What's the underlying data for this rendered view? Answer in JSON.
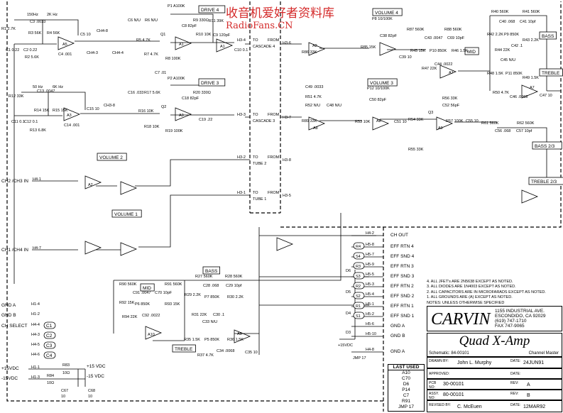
{
  "watermark": {
    "line1": "收音机爱好者资料库",
    "line2": "RadioFans.CN",
    "color": "#d42a2a"
  },
  "frequency_labels": [
    "150Hz",
    "2K Hz",
    "50 Hz",
    "6K Hz"
  ],
  "blocks": [
    "DRIVE 4",
    "DRIVE 3",
    "VOLUME 4",
    "VOLUME 3",
    "VOLUME 2",
    "VOLUME 1",
    "MID",
    "BASS",
    "TREBLE",
    "BASS 2/3",
    "TREBLE 2/3",
    "MID",
    "BASS",
    "TREBLE"
  ],
  "connectors": {
    "to": "TO",
    "from": "FROM",
    "items": [
      "CASCADE 4",
      "CASCADE 3",
      "TUBE 2",
      "TUBE 1"
    ],
    "pins": [
      "H3-4",
      "H3-6",
      "H3-3",
      "H3-7",
      "H3-2",
      "H3-8",
      "H3-1",
      "H3-5"
    ]
  },
  "inputs": {
    "ch23": "CH2 /CH3 IN",
    "ch23_pin": "H4-1",
    "ch14": "CH1 /CH4 IN",
    "ch14_pin": "H4-7",
    "rows": [
      {
        "label": "GND A",
        "pin": "H1-4"
      },
      {
        "label": "GND B",
        "pin": "H1-2"
      },
      {
        "label": "CH SELECT",
        "pin": "H4-4",
        "tag": "C1"
      },
      {
        "label": "",
        "pin": "H4-3",
        "tag": "C2"
      },
      {
        "label": "",
        "pin": "H4-5",
        "tag": "C3"
      },
      {
        "label": "",
        "pin": "H4-6",
        "tag": "C4"
      },
      {
        "label": "+15VDC",
        "pin": "H1-1"
      },
      {
        "label": "-15VDC",
        "pin": "H1-3"
      }
    ],
    "supply": [
      "+15 VDC",
      "-15 VDC",
      "R83",
      "10Ω",
      "R84",
      "10Ω",
      "C67",
      "10",
      "C68",
      "10"
    ]
  },
  "outputs": [
    {
      "label": "CH OUT",
      "pin": "H4-2",
      "tag": ""
    },
    {
      "label": "EFF RTN 4",
      "pin": "H5-8",
      "tag": "R4"
    },
    {
      "label": "EFF SND 4",
      "pin": "H5-7",
      "tag": "S4"
    },
    {
      "label": "EFF RTN 3",
      "pin": "H5-9",
      "tag": "R3"
    },
    {
      "label": "EFF SND 3",
      "pin": "H5-5",
      "tag": "S3"
    },
    {
      "label": "EFF RTN 2",
      "pin": "H5-3",
      "tag": "R2"
    },
    {
      "label": "EFF SND 2",
      "pin": "H5-4",
      "tag": "S2"
    },
    {
      "label": "EFF RTN 1",
      "pin": "H5-1",
      "tag": "R1"
    },
    {
      "label": "EFF SND 1",
      "pin": "H5-2",
      "tag": "S1"
    },
    {
      "label": "GND A",
      "pin": "H5-6",
      "tag": ""
    },
    {
      "label": "GND B",
      "pin": "H5-10",
      "tag": ""
    },
    {
      "label": "GND A",
      "pin": "H4-8",
      "tag": ""
    }
  ],
  "misc": {
    "led_supply": "+15VDC",
    "jumper": "JMP 17",
    "diodes": [
      "D6",
      "D5",
      "D4",
      "D3"
    ]
  },
  "components": [
    "R1 2.7K",
    "C1 0.22",
    "C2 0.22",
    "R3 56K",
    "R4 56K",
    "C3 .0033",
    "R2 5.6K",
    "C4 .001",
    "C5 10",
    "CH4-8",
    "CH4-3",
    "CH4-4",
    "C6 N/U",
    "R6 N/U",
    "R5 4.7K",
    "R7 4.7K",
    "Q1",
    "C7 .01",
    "R8 100K",
    "P1 A100K",
    "R9 330Ω",
    "C8 82pF",
    "R10 10K",
    "R11 39K",
    "C9 120pF",
    "C10 0.1",
    "A5",
    "A1",
    "A1",
    "R12 33K",
    "C13 .0047",
    "R14 15K",
    "R15 15K",
    "C11 0.1",
    "C12 0.1",
    "R13 6.8K",
    "C14 .001",
    "C15 10",
    "CH3-8",
    "C16 .033",
    "R17 5.6K",
    "R16 10K",
    "R18 10K",
    "Q2",
    "P2 A100K",
    "R20 330Ω",
    "C18 82pF",
    "C19 .22",
    "R19 100K",
    "A3",
    "A3",
    "R86 33K",
    "R85 15K",
    "P8 10/100K",
    "C38 82pF",
    "C39 10",
    "R87 560K",
    "R88 560K",
    "C43 .0047",
    "C69 10pF",
    "R45 15K",
    "P10 850K",
    "R46 1.5K",
    "R47 22K",
    "C44 .0022",
    "A7",
    "R40 560K",
    "R41 560K",
    "C40 .068",
    "C41 10pf",
    "R42 2.2K",
    "P9 850K",
    "R43 2.2K",
    "R44 22K",
    "C42 .1",
    "C45 N/U",
    "P11 850K",
    "R48 1.5K",
    "R49 1.5K",
    "R50 4.7K",
    "C46 .0068",
    "A7",
    "C47 10",
    "A2",
    "A2",
    "R89 33K",
    "R51 4.7K",
    "R52 N/U",
    "C49 .0033",
    "C48 N/U",
    "P12 10/100K",
    "C50 82pF",
    "R53 10K",
    "C51 10",
    "R54 33K",
    "R55 33K",
    "Q3",
    "R56 33K",
    "C52 56pF",
    "R57 100K",
    "C55 10",
    "R61 560K",
    "R62 560K",
    "C56 .068",
    "C57 10pf",
    "A8",
    "A8",
    "A9",
    "R90 560K",
    "R91 560K",
    "C91 .0047",
    "C70 10pF",
    "R92 15K",
    "P6 850K",
    "R93 15K",
    "R94 22K",
    "C92 .0022",
    "A10",
    "R27 560K",
    "R28 560K",
    "C28 .068",
    "C29 10pf",
    "R29 2.2K",
    "P7 850K",
    "R30 2.2K",
    "R31 22K",
    "C30 .1",
    "C33 N/U",
    "R35 1.5K",
    "P5 850K",
    "R36 1.5K",
    "R37 4.7K",
    "C34 .0068",
    "C35 10",
    "A6"
  ],
  "notes": {
    "lines": [
      "4. ALL JFET's ARE 2N5638 EXCEPT AS NOTED.",
      "3. ALL DIODES ARE 1N4003 EXCEPT AS NOTED.",
      "2. ALL CAPACITORS ARE IN MICROFARADS EXCEPT AS NOTED.",
      "1. ALL GROUNDS ARE (A) EXCEPT AS NOTED."
    ],
    "header": "NOTES: UNLESS OTHERWISE SPECIFIED"
  },
  "title_block": {
    "company": "CARVIN",
    "address": [
      "1155 INDUSTRIAL AVE.",
      "ESCONDIDO, CA 92029",
      "(619) 747-1710",
      "FAX 747-9065"
    ],
    "product": "Quad X-Amp",
    "schematic_label": "Schematic",
    "schematic_no": "84-00101",
    "subtitle": "Channel Master",
    "drawn_by_label": "DRAWN BY:",
    "drawn_by": "John L. Murphy",
    "date_label": "DATE:",
    "drawn_date": "24JUN91",
    "approved_label": "APPROVED:",
    "approved_date_label": "DATE:",
    "pcb_label": "PCB NO:",
    "pcb_no": "30-00101",
    "rev_label": "REV:",
    "pcb_rev": "A",
    "assy_label": "ASSY. NO:",
    "assy_no": "80-00101",
    "assy_rev": "B",
    "revised_label": "REVISED BY:",
    "revised_by": "C. McEuen",
    "revised_date": "12MAR92"
  },
  "last_used": {
    "title": "LAST USED",
    "items": [
      "A10",
      "C70",
      "D6",
      "P14",
      "C7",
      "R91",
      "JMP 17"
    ]
  }
}
